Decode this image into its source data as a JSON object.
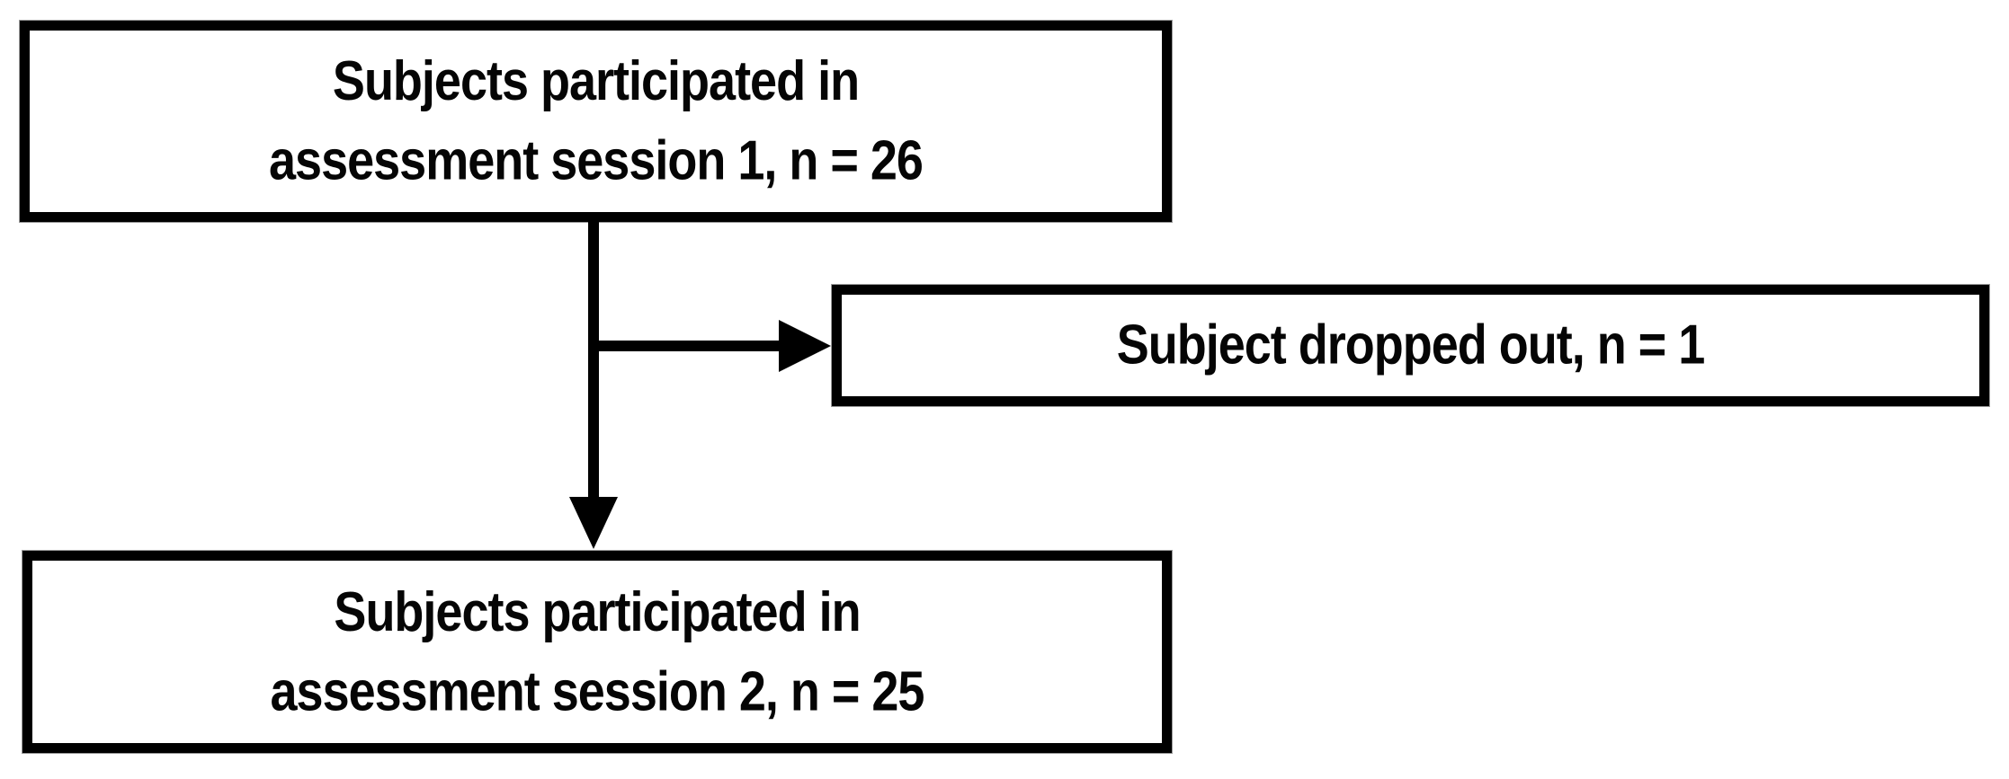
{
  "colors": {
    "ink": "#000000",
    "background": "#ffffff"
  },
  "diagram": {
    "type": "flowchart",
    "nodes": [
      {
        "id": "assessment-session-1",
        "lines": [
          "Subjects participated in",
          "assessment session 1, n = 26"
        ],
        "n": 26
      },
      {
        "id": "dropout",
        "lines": [
          "Subject dropped out, n = 1"
        ],
        "n": 1
      },
      {
        "id": "assessment-session-2",
        "lines": [
          "Subjects participated in",
          "assessment session 2, n = 25"
        ],
        "n": 25
      }
    ],
    "edges": [
      {
        "from": "assessment-session-1",
        "to": "dropout",
        "direction": "right"
      },
      {
        "from": "assessment-session-1",
        "to": "assessment-session-2",
        "direction": "down"
      }
    ]
  }
}
